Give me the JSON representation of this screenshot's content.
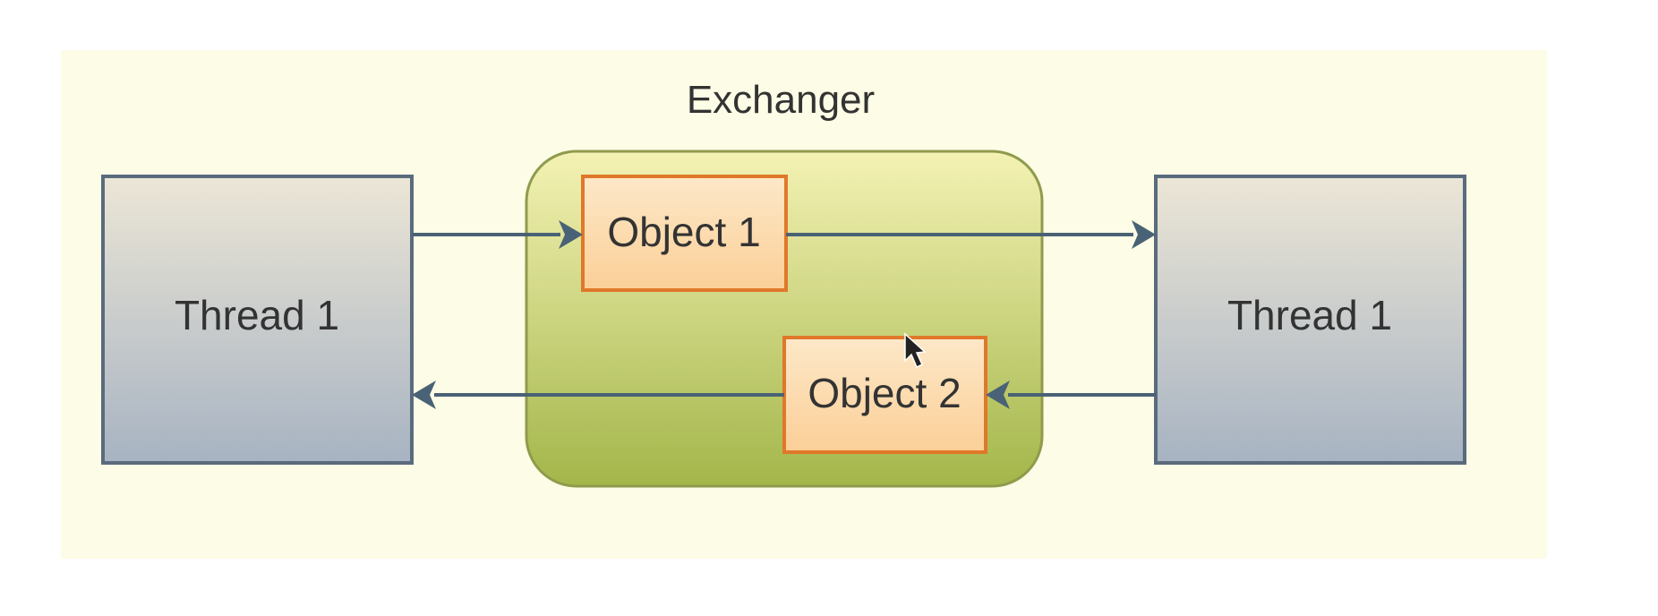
{
  "diagram": {
    "title": "Exchanger",
    "left_thread": {
      "label": "Thread 1"
    },
    "right_thread": {
      "label": "Thread 1"
    },
    "object_1": {
      "label": "Object 1"
    },
    "object_2": {
      "label": "Object 2"
    }
  },
  "colors": {
    "canvas_background": "#fdfce6",
    "thread_box_top": "#ece6d6",
    "thread_box_bottom": "#a7b3c2",
    "thread_box_border": "#5a6b7d",
    "exchanger_top": "#f4f2b4",
    "exchanger_bottom": "#a3b64a",
    "exchanger_border": "#8f9b4c",
    "object_fill_top": "#fde8c8",
    "object_fill_bottom": "#fbcf97",
    "object_border": "#e0782a",
    "arrow": "#4a6275",
    "text": "#333333"
  }
}
